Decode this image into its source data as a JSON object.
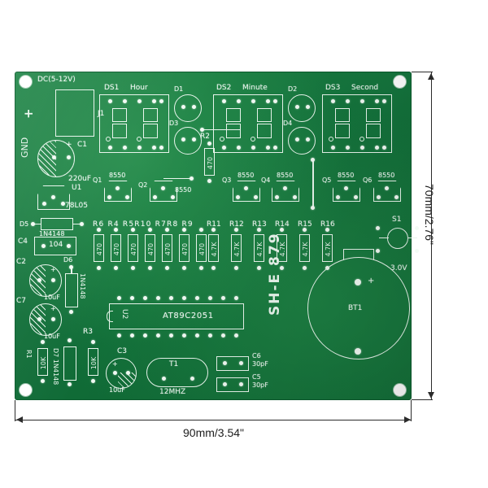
{
  "product": {
    "board_code": "SH-E 879",
    "board_color": "#12703a",
    "silk_color": "#eaf6ee"
  },
  "dimensions": {
    "width_label": "90mm/3.54\"",
    "height_label": "70mm/2.76\""
  },
  "power": {
    "dc_label": "DC(5-12V)",
    "plus_label": "+",
    "gnd_label": "GND",
    "connector_ref": "J1"
  },
  "displays": [
    {
      "ref": "DS1",
      "name": "Hour"
    },
    {
      "ref": "DS2",
      "name": "Minute"
    },
    {
      "ref": "DS3",
      "name": "Second"
    }
  ],
  "leds": [
    {
      "ref": "D1"
    },
    {
      "ref": "D3"
    },
    {
      "ref": "D2"
    },
    {
      "ref": "D4"
    }
  ],
  "ic": {
    "ref": "U2",
    "part": "AT89C2051"
  },
  "regulator": {
    "ref": "U1",
    "part": "78L05"
  },
  "crystal": {
    "ref": "T1",
    "value": "12MHZ"
  },
  "battery": {
    "ref": "BT1",
    "voltage": "3.0V",
    "polarity": "+"
  },
  "switch": {
    "ref": "S1"
  },
  "capacitors": [
    {
      "ref": "C1",
      "value": "220uF"
    },
    {
      "ref": "C4",
      "value": "104"
    },
    {
      "ref": "C2",
      "value": "10uF"
    },
    {
      "ref": "C7",
      "value": "10uF"
    },
    {
      "ref": "C3",
      "value": "10uF"
    },
    {
      "ref": "C6",
      "value": "30pF"
    },
    {
      "ref": "C5",
      "value": "30pF"
    }
  ],
  "transistors": [
    {
      "ref": "Q1",
      "part": "8550"
    },
    {
      "ref": "Q2",
      "part": "8550"
    },
    {
      "ref": "Q3",
      "part": "8550"
    },
    {
      "ref": "Q4",
      "part": "8550"
    },
    {
      "ref": "Q5",
      "part": "8550"
    },
    {
      "ref": "Q6",
      "part": "8550"
    }
  ],
  "diodes": [
    {
      "ref": "D5",
      "part": "1N4148"
    },
    {
      "ref": "D6",
      "part": "1N4148"
    },
    {
      "ref": "D7",
      "part": "1N4148"
    }
  ],
  "resistors": {
    "r2": {
      "ref": "R2",
      "value": "470"
    },
    "bank_470": {
      "labels": "R6 R4 R5R10 R7R8 R9",
      "refs": [
        "R6",
        "R4",
        "R5",
        "R10",
        "R7",
        "R8",
        "R9"
      ],
      "value": "470"
    },
    "bank_4k7": {
      "refs": [
        "R11",
        "R12",
        "R13",
        "R14",
        "R15",
        "R16"
      ],
      "value": "4.7K"
    },
    "r1": {
      "ref": "R1",
      "value": "10K"
    },
    "r3": {
      "ref": "R3",
      "value": "10K"
    }
  }
}
